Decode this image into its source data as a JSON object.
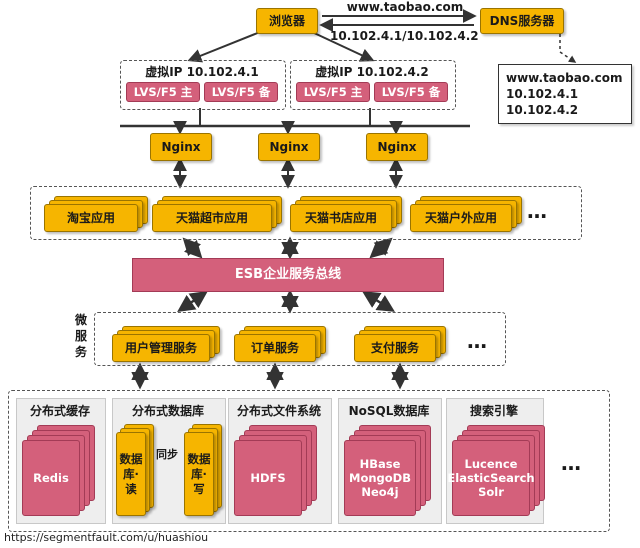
{
  "browser": "浏览器",
  "dns": {
    "label": "DNS服务器",
    "domain_arrow": "www.taobao.com",
    "ip_arrow": "10.102.4.1/10.102.4.2",
    "result_domain": "www.taobao.com",
    "result_ip1": "10.102.4.1",
    "result_ip2": "10.102.4.2"
  },
  "vip": [
    {
      "title": "虚拟IP 10.102.4.1",
      "master": "LVS/F5 主",
      "backup": "LVS/F5 备"
    },
    {
      "title": "虚拟IP 10.102.4.2",
      "master": "LVS/F5 主",
      "backup": "LVS/F5 备"
    }
  ],
  "nginx": [
    "Nginx",
    "Nginx",
    "Nginx"
  ],
  "apps": [
    "淘宝应用",
    "天猫超市应用",
    "天猫书店应用",
    "天猫户外应用"
  ],
  "more": "…",
  "esb": "ESB企业服务总线",
  "micro": {
    "label": "微服务",
    "services": [
      "用户管理服务",
      "订单服务",
      "支付服务"
    ]
  },
  "storage": [
    {
      "title": "分布式缓存",
      "content": "Redis"
    },
    {
      "title": "分布式数据库",
      "read": "数据库·读",
      "write": "数据库·写",
      "sync": "同步"
    },
    {
      "title": "分布式文件系统",
      "content": "HDFS"
    },
    {
      "title": "NoSQL数据库",
      "content": "HBase\nMongoDB\nNeo4j"
    },
    {
      "title": "搜索引擎",
      "content": "Lucence\nElasticSearch\nSolr"
    }
  ],
  "watermark": "https://segmentfault.com/u/huashiou",
  "colors": {
    "gold": "#f6b500",
    "pink": "#d4607b",
    "arrow": "#333333"
  }
}
